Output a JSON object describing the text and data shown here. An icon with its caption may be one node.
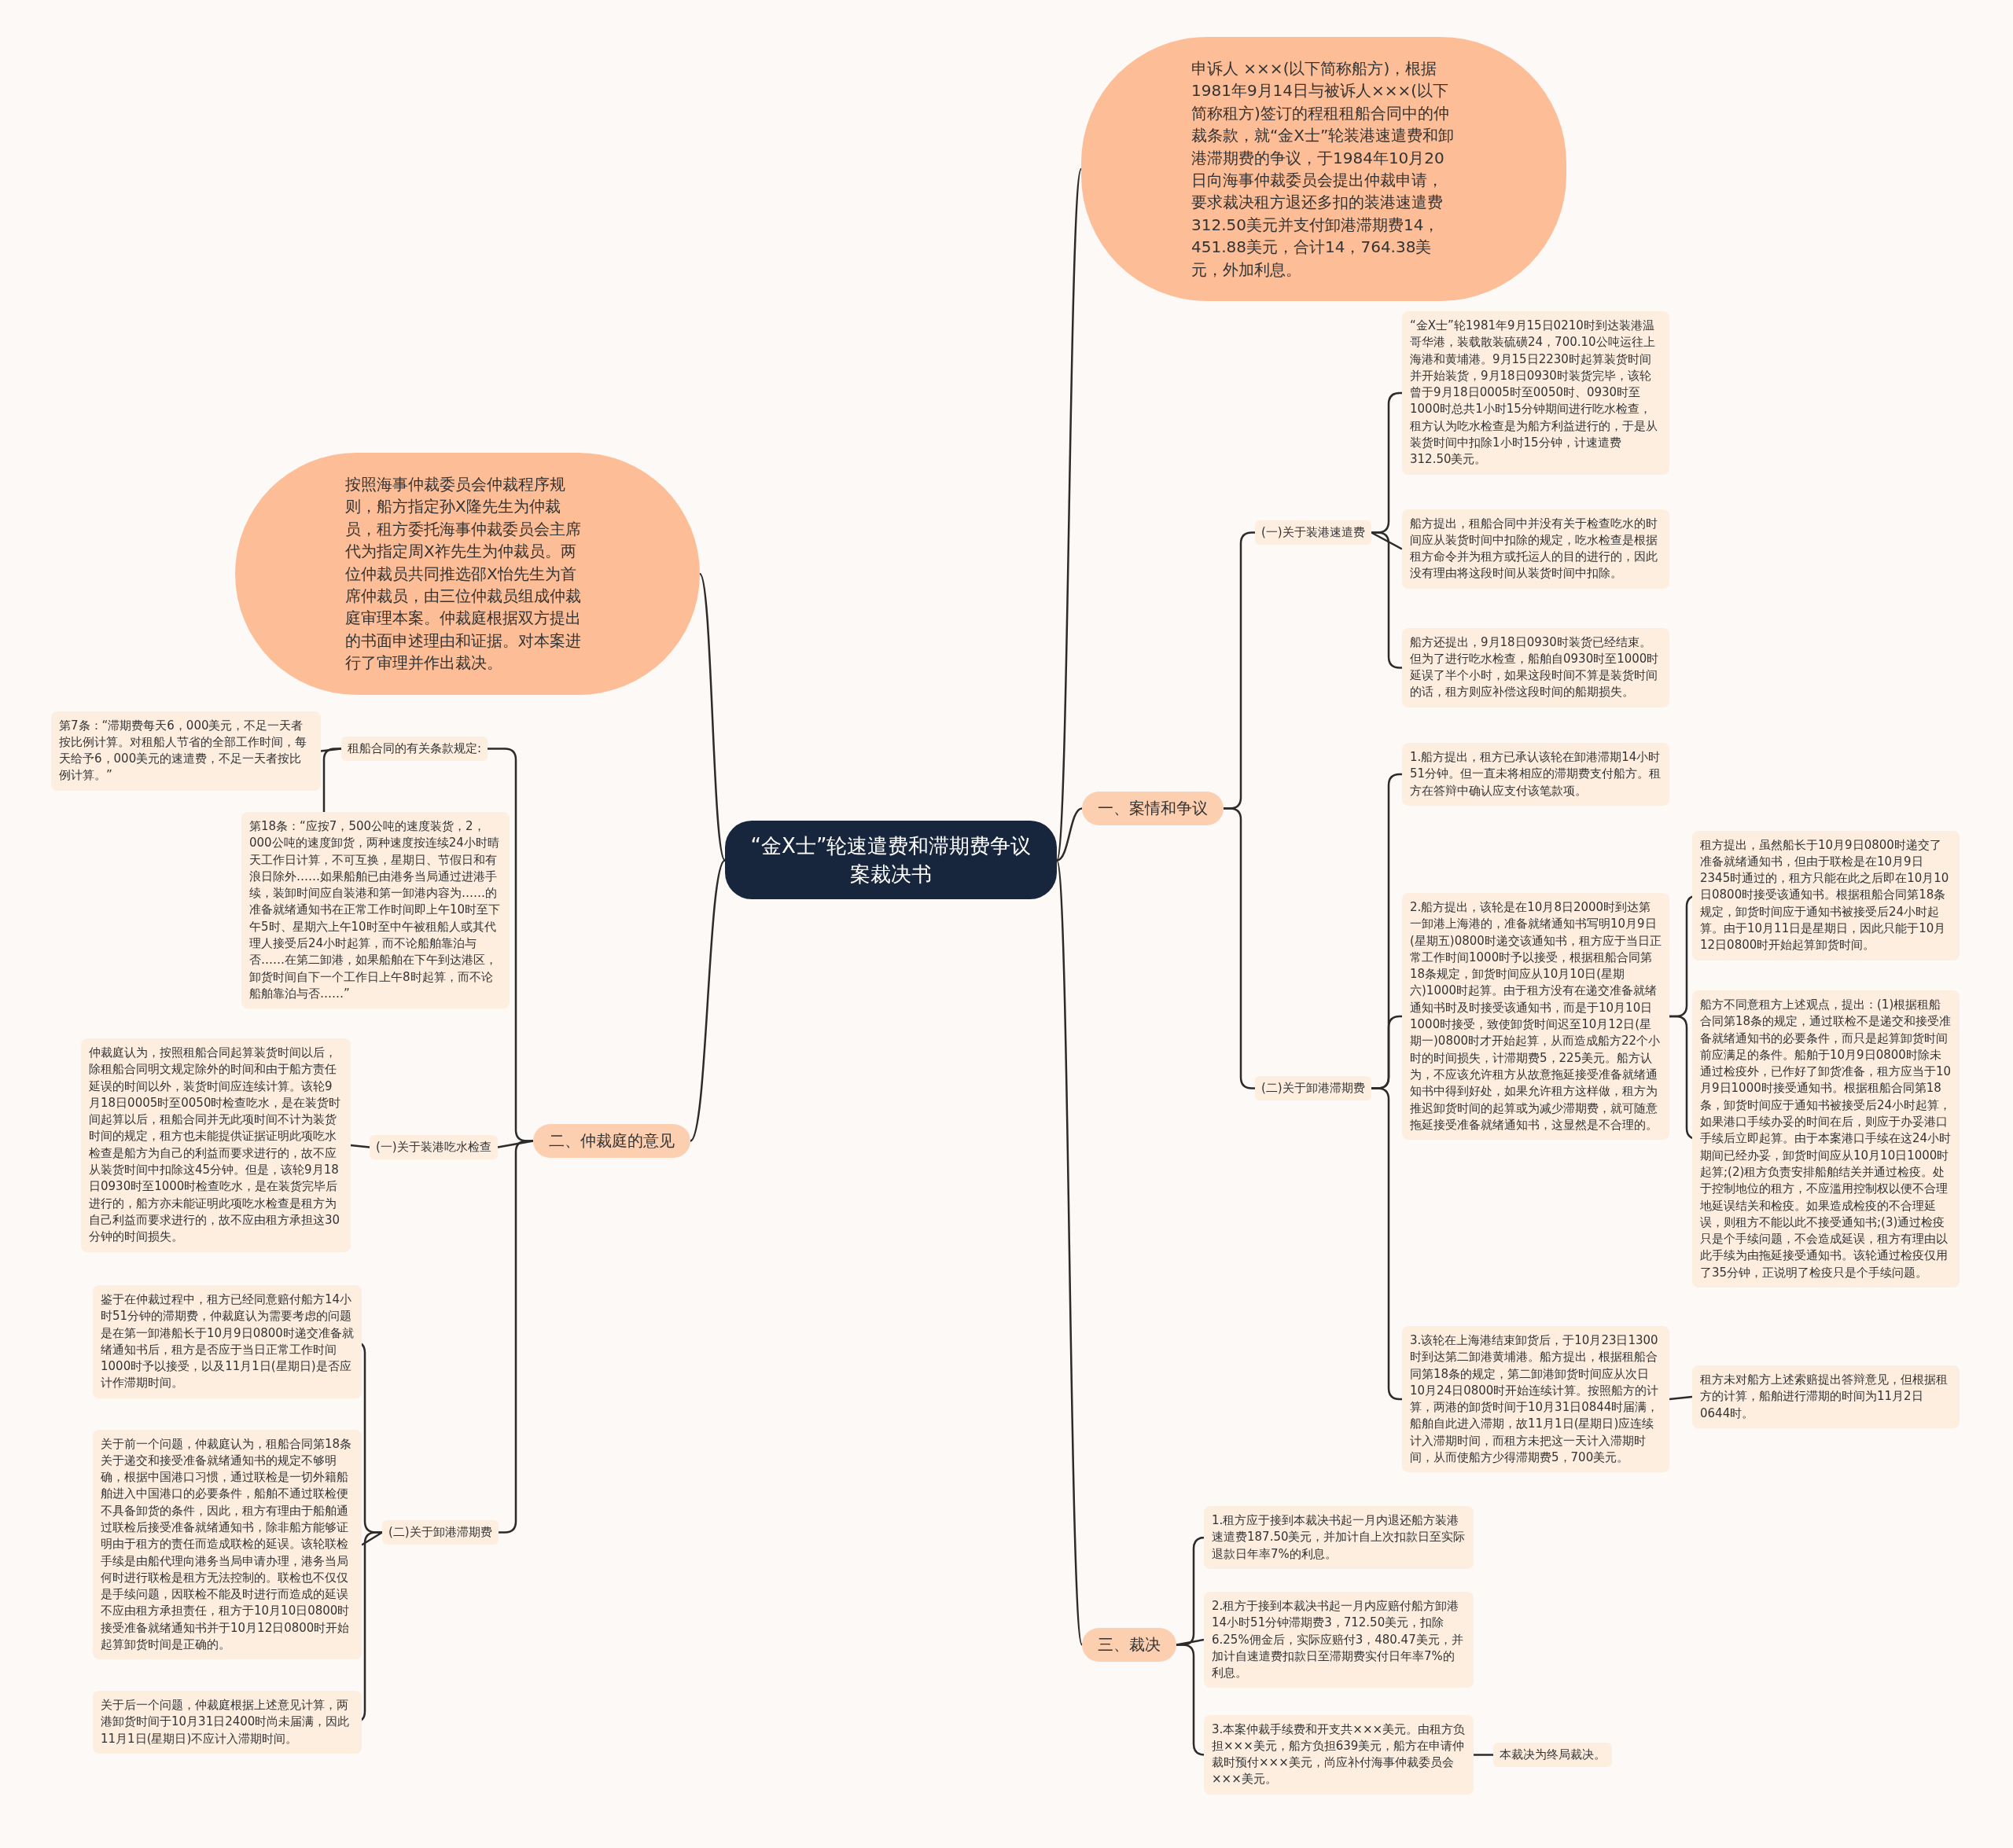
{
  "diagram": {
    "nodes": [
      {
        "text": [
          "“金X士”轮速遣费和滞期费争议案裁决书"
        ]
      },
      {
        "text": [
          "申诉人 ×××(以下简称船方)，根据1981年9月14日与被诉人×××(以下简称租方)签订的程租租船合同中的仲裁条款，就“金X士”轮装港速遣费和卸港滞期费的争议，于1984年10月20日向海事仲裁委员会提出仲裁申请，要求裁决租方退还多扣的装港速遣费312.50美元并支付卸港滞期费14，451.88美元，合计14，764.38美元，外加利息。"
        ]
      },
      {
        "text": [
          "按照海事仲裁委员会仲裁程序规则，船方指定孙X隆先生为仲裁员，租方委托海事仲裁委员会主席代为指定周X祚先生为仲裁员。两位仲裁员共同推选邵X怡先生为首席仲裁员，由三位仲裁员组成仲裁庭审理本案。仲裁庭根据双方提出的书面申述理由和证据。对本案进行了审理并作出裁决。"
        ]
      },
      {
        "text": [
          "一、案情和争议"
        ]
      },
      {
        "text": [
          "(一)关于装港速遣费"
        ]
      },
      {
        "text": [
          "“金X士”轮1981年9月15日0210时到达装港温哥华港，装载散装硫磺24，700.10公吨运往上海港和黄埔港。9月15日2230时起算装货时间并开始装货，9月18日0930时装货完毕，该轮曾于9月18日0005时至0050时、0930时至1000时总共1小时15分钟期间进行吃水检查，租方认为吃水检查是为船方利益进行的，于是从装货时间中扣除1小时15分钟，计速遣费312.50美元。"
        ]
      },
      {
        "text": [
          "船方提出，租船合同中并没有关于检查吃水的时间应从装货时间中扣除的规定，吃水检查是根据租方命令并为租方或托运人的目的进行的，因此没有理由将这段时间从装货时间中扣除。"
        ]
      },
      {
        "text": [
          "船方还提出，9月18日0930时装货已经结束。但为了进行吃水检查，船舶自0930时至1000时延误了半个小时，如果这段时间不算是装货时间的话，租方则应补偿这段时间的船期损失。"
        ]
      },
      {
        "text": [
          "(二)关于卸港滞期费"
        ]
      },
      {
        "text": [
          "1.船方提出，租方已承认该轮在卸港滞期14小时51分钟。但一直未将相应的滞期费支付船方。租方在答辩中确认应支付该笔款项。"
        ]
      },
      {
        "text": [
          "2.船方提出，该轮是在10月8日2000时到达第一卸港上海港的，准备就绪通知书写明10月9日(星期五)0800时递交该通知书，租方应于当日正常工作时间1000时予以接受，根据租船合同第18条规定，卸货时间应从10月10日(星期六)1000时起算。由于租方没有在递交准备就绪通知书时及时接受该通知书，而是于10月10日1000时接受，致使卸货时间迟至10月12日(星期一)0800时才开始起算，从而造成船方22个小时的时间损失，计滞期费5，225美元。船方认为，不应该允许租方从故意拖延接受准备就绪通知书中得到好处，如果允许租方这样做，租方为推迟卸货时间的起算或为减少滞期费，就可随意拖延接受准备就绪通知书，这显然是不合理的。"
        ]
      },
      {
        "text": [
          "租方提出，虽然船长于10月9日0800时递交了准备就绪通知书，但由于联检是在10月9日2345时通过的，租方只能在此之后即在10月10日0800时接受该通知书。根据租船合同第18条规定，卸货时间应于通知书被接受后24小时起算。由于10月11日是星期日，因此只能于10月12日0800时开始起算卸货时间。"
        ]
      },
      {
        "text": [
          "船方不同意租方上述观点，提出：(1)根据租船合同第18条的规定，通过联检不是递交和接受准备就绪通知书的必要条件，而只是起算卸货时间前应满足的条件。船舶于10月9日0800时除未通过检疫外，已作好了卸货准备，租方应当于10月9日1000时接受通知书。根据租船合同第18条，卸货时间应于通知书被接受后24小时起算，如果港口手续办妥的时间在后，则应于办妥港口手续后立即起算。由于本案港口手续在这24小时期间已经办妥，卸货时间应从10月10日1000时起算;(2)租方负责安排船舶结关并通过检疫。处于控制地位的租方，不应滥用控制权以便不合理地延误结关和检疫。如果造成检疫的不合理延误，则租方不能以此不接受通知书;(3)通过检疫只是个手续问题，不会造成延误，租方有理由以此手续为由拖延接受通知书。该轮通过检疫仅用了35分钟，正说明了检疫只是个手续问题。"
        ]
      },
      {
        "text": [
          "3.该轮在上海港结束卸货后，于10月23日1300时到达第二卸港黄埔港。船方提出，根据租船合同第18条的规定，第二卸港卸货时间应从次日10月24日0800时开始连续计算。按照船方的计算，两港的卸货时间于10月31日0844时届满，船舶自此进入滞期，故11月1日(星期日)应连续计入滞期时间，而租方未把这一天计入滞期时间，从而使船方少得滞期费5，700美元。"
        ]
      },
      {
        "text": [
          "租方未对船方上述索赔提出答辩意见，但根据租方的计算，船舶进行滞期的时间为11月2日0644时。"
        ]
      },
      {
        "text": [
          "二、仲裁庭的意见"
        ]
      },
      {
        "text": [
          "租船合同的有关条款规定:"
        ]
      },
      {
        "text": [
          "第7条：“滞期费每天6，000美元，不足一天者按比例计算。对租船人节省的全部工作时间，每天给予6，000美元的速遣费，不足一天者按比例计算。”"
        ]
      },
      {
        "text": [
          "第18条：“应按7，500公吨的速度装货，2，000公吨的速度卸货，两种速度按连续24小时晴天工作日计算，不可互换，星期日、节假日和有浪日除外……如果船舶已由港务当局通过进港手续，装卸时间应自装港和第一卸港内容为……的准备就绪通知书在正常工作时间即上午10时至下午5时、星期六上午10时至中午被租船人或其代理人接受后24小时起算，而不论船舶靠泊与否……在第二卸港，如果船舶在下午到达港区，卸货时间自下一个工作日上午8时起算，而不论船舶靠泊与否……”"
        ]
      },
      {
        "text": [
          "(一)关于装港吃水检查"
        ]
      },
      {
        "text": [
          "仲裁庭认为，按照租船合同起算装货时间以后，除租船合同明文规定除外的时间和由于船方责任延误的时间以外，装货时间应连续计算。该轮9月18日0005时至0050时检查吃水，是在装货时间起算以后，租船合同并无此项时间不计为装货时间的规定，租方也未能提供证据证明此项吃水检查是船方为自己的利益而要求进行的，故不应从装货时间中扣除这45分钟。但是，该轮9月18日0930时至1000时检查吃水，是在装货完毕后进行的，船方亦未能证明此项吃水检查是租方为自己利益而要求进行的，故不应由租方承担这30分钟的时间损失。"
        ]
      },
      {
        "text": [
          "(二)关于卸港滞期费"
        ]
      },
      {
        "text": [
          "鉴于在仲裁过程中，租方已经同意赔付船方14小时51分钟的滞期费，仲裁庭认为需要考虑的问题是在第一卸港船长于10月9日0800时递交准备就绪通知书后，租方是否应于当日正常工作时间1000时予以接受，以及11月1日(星期日)是否应计作滞期时间。"
        ]
      },
      {
        "text": [
          "关于前一个问题，仲裁庭认为，租船合同第18条关于递交和接受准备就绪通知书的规定不够明确，根据中国港口习惯，通过联检是一切外籍船舶进入中国港口的必要条件，船舶不通过联检便不具备卸货的条件，因此，租方有理由于船舶通过联检后接受准备就绪通知书，除非船方能够证明由于租方的责任而造成联检的延误。该轮联检手续是由船代理向港务当局申请办理，港务当局何时进行联检是租方无法控制的。联检也不仅仅是手续问题，因联检不能及时进行而造成的延误不应由租方承担责任，租方于10月10日0800时接受准备就绪通知书并于10月12日0800时开始起算卸货时间是正确的。"
        ]
      },
      {
        "text": [
          "关于后一个问题，仲裁庭根据上述意见计算，两港卸货时间于10月31日2400时尚未届满，因此11月1日(星期日)不应计入滞期时间。"
        ]
      },
      {
        "text": [
          "三、裁决"
        ]
      },
      {
        "text": [
          "1.租方应于接到本裁决书起一月内退还船方装港速遣费187.50美元，并加计自上次扣款日至实际退款日年率7%的利息。"
        ]
      },
      {
        "text": [
          "2.租方于接到本裁决书起一月内应赔付船方卸港14小时51分钟滞期费3，712.50美元，扣除6.25%佣金后，实际应赔付3，480.47美元，并加计自速遣费扣款日至滞期费实付日年率7%的利息。"
        ]
      },
      {
        "text": [
          "3.本案仲裁手续费和开支共×××美元。由租方负担×××美元，船方负担639美元，船方在申请仲裁时预付×××美元，尚应补付海事仲裁委员会×××美元。"
        ]
      },
      {
        "text": [
          "本裁决为终局裁决。"
        ]
      }
    ],
    "edges": [
      {
        "from": 0,
        "to": 1,
        "arrow": "none"
      },
      {
        "from": 0,
        "to": 3,
        "arrow": "none"
      },
      {
        "from": 0,
        "to": 2,
        "arrow": "none"
      },
      {
        "from": 0,
        "to": 15,
        "arrow": "none"
      },
      {
        "from": 0,
        "to": 25,
        "arrow": "none"
      },
      {
        "from": 3,
        "to": 4,
        "arrow": "none"
      },
      {
        "from": 3,
        "to": 8,
        "arrow": "none"
      },
      {
        "from": 4,
        "to": 5,
        "arrow": "none"
      },
      {
        "from": 4,
        "to": 6,
        "arrow": "none"
      },
      {
        "from": 4,
        "to": 7,
        "arrow": "none"
      },
      {
        "from": 8,
        "to": 9,
        "arrow": "none"
      },
      {
        "from": 8,
        "to": 10,
        "arrow": "none"
      },
      {
        "from": 8,
        "to": 13,
        "arrow": "none"
      },
      {
        "from": 10,
        "to": 11,
        "arrow": "none"
      },
      {
        "from": 10,
        "to": 12,
        "arrow": "none"
      },
      {
        "from": 13,
        "to": 14,
        "arrow": "none"
      },
      {
        "from": 15,
        "to": 16,
        "arrow": "none"
      },
      {
        "from": 15,
        "to": 19,
        "arrow": "none"
      },
      {
        "from": 15,
        "to": 21,
        "arrow": "none"
      },
      {
        "from": 16,
        "to": 17,
        "arrow": "none"
      },
      {
        "from": 16,
        "to": 18,
        "arrow": "none"
      },
      {
        "from": 19,
        "to": 20,
        "arrow": "none"
      },
      {
        "from": 21,
        "to": 22,
        "arrow": "none"
      },
      {
        "from": 21,
        "to": 23,
        "arrow": "none"
      },
      {
        "from": 21,
        "to": 24,
        "arrow": "none"
      },
      {
        "from": 25,
        "to": 26,
        "arrow": "none"
      },
      {
        "from": 25,
        "to": 27,
        "arrow": "none"
      },
      {
        "from": 25,
        "to": 28,
        "arrow": "none"
      },
      {
        "from": 28,
        "to": 29,
        "arrow": "none"
      }
    ]
  }
}
